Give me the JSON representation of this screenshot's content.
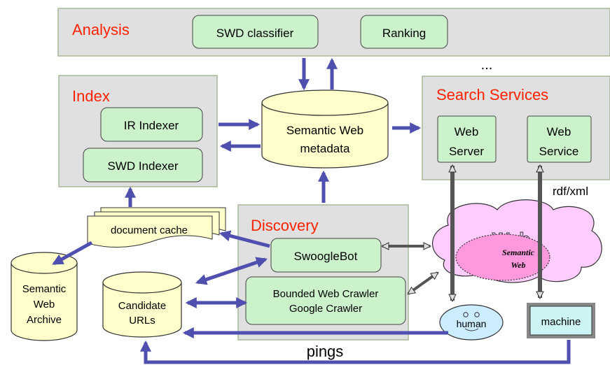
{
  "colors": {
    "region_fill": "#e0e0e0",
    "region_stroke": "#a8b898",
    "component_fill": "#ccf2cc",
    "cylinder_fill": "#ffffcc",
    "arrow_blue": "#4f4faf",
    "title_red": "#ff2200",
    "cloud_fill": "#ffccff",
    "semantic_fill": "#ff99dd",
    "human_fill": "#ccecff",
    "machine_fill": "#ccf4f4"
  },
  "regions": {
    "analysis": "Analysis",
    "index": "Index",
    "search_services": "Search Services",
    "discovery": "Discovery"
  },
  "components": {
    "swd_classifier": "SWD classifier",
    "ranking": "Ranking",
    "ir_indexer": "IR Indexer",
    "swd_indexer": "SWD Indexer",
    "web_server": [
      "Web",
      "Server"
    ],
    "web_service": [
      "Web",
      "Service"
    ],
    "swooglebot": "SwoogleBot",
    "crawler": [
      "Bounded Web Crawler",
      "Google Crawler"
    ]
  },
  "stores": {
    "metadata": [
      "Semantic Web",
      "metadata"
    ],
    "archive": [
      "Semantic",
      "Web",
      "Archive"
    ],
    "candidates": [
      "Candidate",
      "URLs"
    ],
    "document_cache": "document cache"
  },
  "web_cloud": {
    "big": "Web",
    "inner": [
      "Semantic",
      "Web"
    ]
  },
  "agents": {
    "human": "human",
    "machine": "machine"
  },
  "labels": {
    "ellipsis": "...",
    "rdf_xml": "rdf/xml",
    "pings": "pings"
  }
}
